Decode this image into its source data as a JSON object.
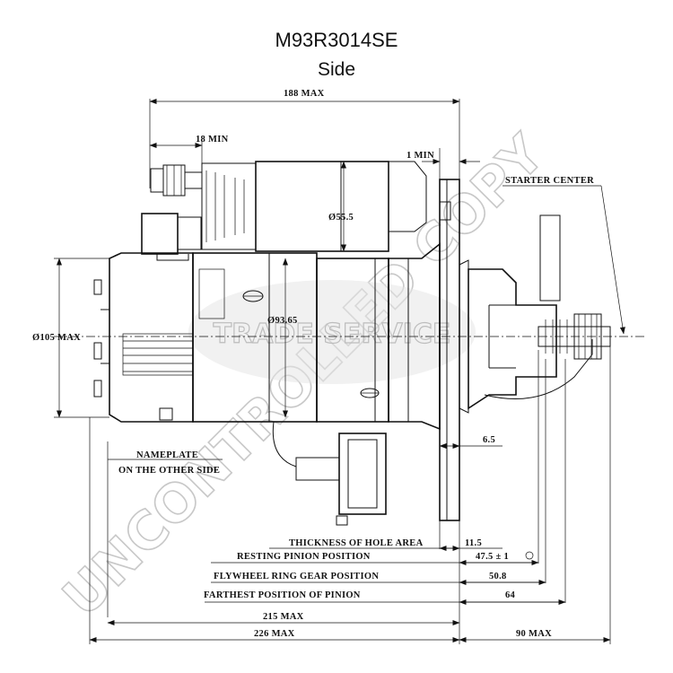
{
  "header": {
    "model": "M93R3014SE",
    "view": "Side"
  },
  "watermark": {
    "diagonal": "UNCONTROLLED COPY",
    "center": "TRADE SERVICE"
  },
  "dimensions": {
    "d188": "188 MAX",
    "d18": "18 MIN",
    "d1": "1 MIN",
    "d55": "Ø55.5",
    "d93": "Ø93.65",
    "d105": "Ø105 MAX",
    "d65": "6.5",
    "d115": "11.5",
    "d475": "47.5 ± 1",
    "d508": "50.8",
    "d64": "64",
    "d215": "215 MAX",
    "d226": "226 MAX",
    "d90": "90 MAX"
  },
  "labels": {
    "starter_center": "STARTER CENTER",
    "nameplate_1": "NAMEPLATE",
    "nameplate_2": "ON THE OTHER SIDE",
    "thickness": "THICKNESS OF HOLE AREA",
    "resting": "RESTING PINION POSITION",
    "flywheel": "FLYWHEEL RING GEAR POSITION",
    "farthest": "FARTHEST POSITION OF  PINION"
  }
}
